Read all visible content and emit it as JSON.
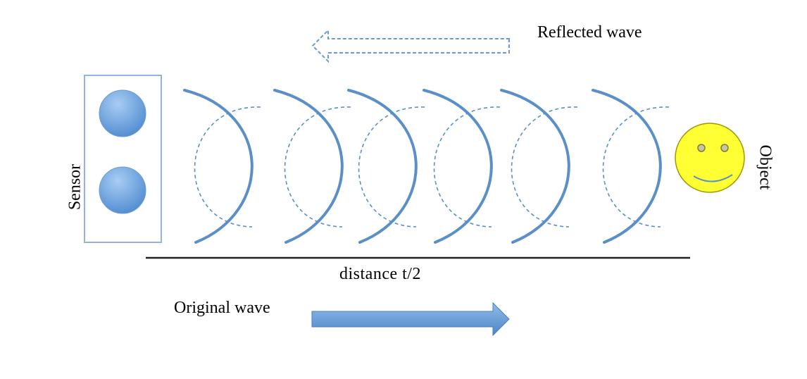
{
  "labels": {
    "reflected_wave": "Reflected wave",
    "original_wave": "Original wave",
    "distance": "distance t/2",
    "sensor": "Sensor",
    "object": "Object"
  },
  "colors": {
    "wave": "#5b8fc7",
    "sensor_border": "#8fb4dd",
    "ball": "#5d97d8",
    "arrow": "#5b93d5",
    "dashed_arrow": "#6d9bd0",
    "face": "#ffff33",
    "face_stroke": "#9a9a00",
    "axis": "#222222"
  },
  "icons": {
    "object": "smiley-face-icon",
    "sensor_elements": "circle-icon"
  }
}
